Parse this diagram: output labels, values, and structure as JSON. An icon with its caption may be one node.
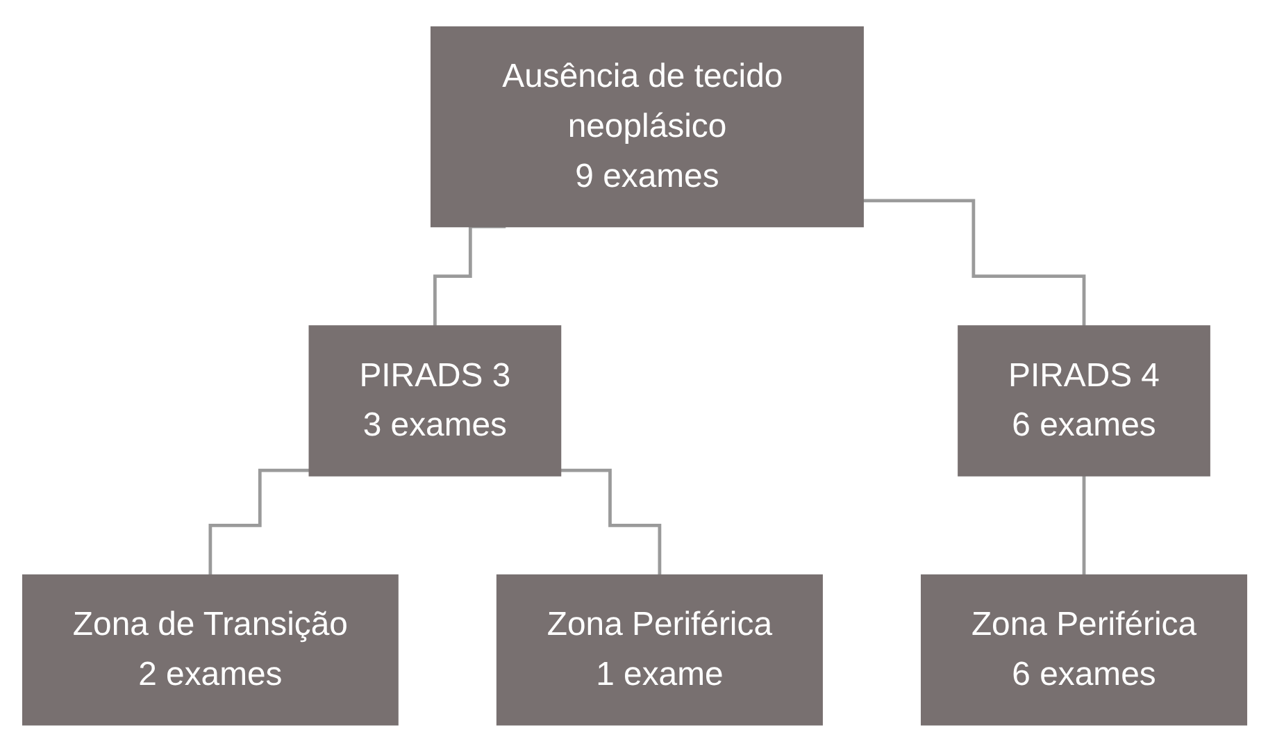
{
  "diagram": {
    "nodes": [
      {
        "text": [
          "Ausência de tecido neoplásico",
          "9 exames"
        ]
      },
      {
        "text": [
          "PIRADS 3",
          "3 exames"
        ]
      },
      {
        "text": [
          "PIRADS 4",
          "6 exames"
        ]
      },
      {
        "text": [
          "Zona de Transição",
          "2 exames"
        ]
      },
      {
        "text": [
          "Zona Periférica",
          "1 exame"
        ]
      },
      {
        "text": [
          "Zona Periférica",
          "6 exames"
        ]
      }
    ],
    "edges": [
      {
        "from": 0,
        "to": 1,
        "arrow": "none"
      },
      {
        "from": 0,
        "to": 2,
        "arrow": "none"
      },
      {
        "from": 1,
        "to": 3,
        "arrow": "none"
      },
      {
        "from": 1,
        "to": 4,
        "arrow": "none"
      },
      {
        "from": 2,
        "to": 5,
        "arrow": "none"
      }
    ]
  }
}
